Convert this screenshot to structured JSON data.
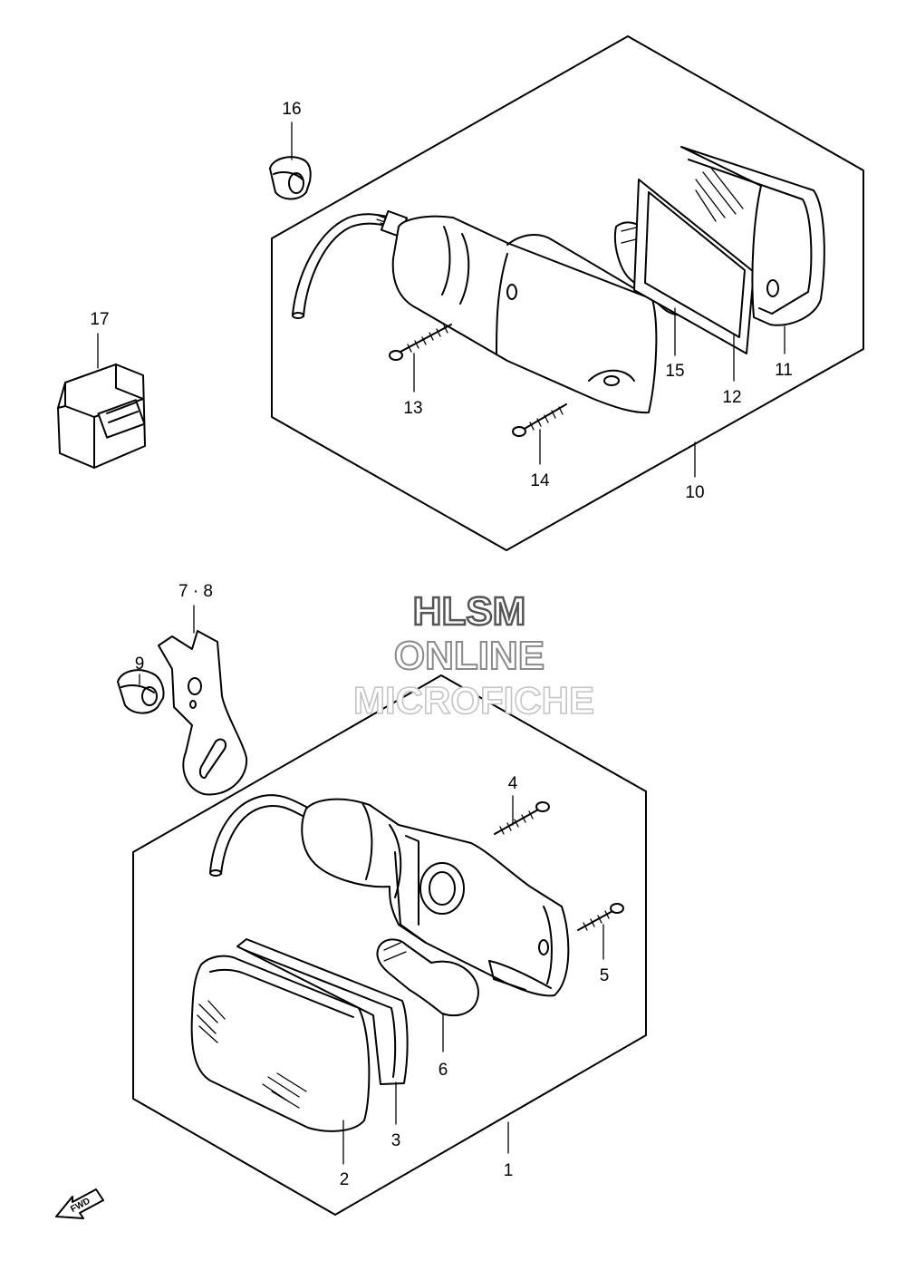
{
  "watermark": {
    "line1": "HLSM",
    "line2": "ONLINE",
    "line3": "MICROFICHE"
  },
  "fwd_label": "FWD",
  "callouts": {
    "c1": "1",
    "c2": "2",
    "c3": "3",
    "c4": "4",
    "c5": "5",
    "c6": "6",
    "c78": "7 · 8",
    "c9": "9",
    "c10": "10",
    "c11": "11",
    "c12": "12",
    "c13": "13",
    "c14": "14",
    "c15": "15",
    "c16": "16",
    "c17": "17"
  }
}
